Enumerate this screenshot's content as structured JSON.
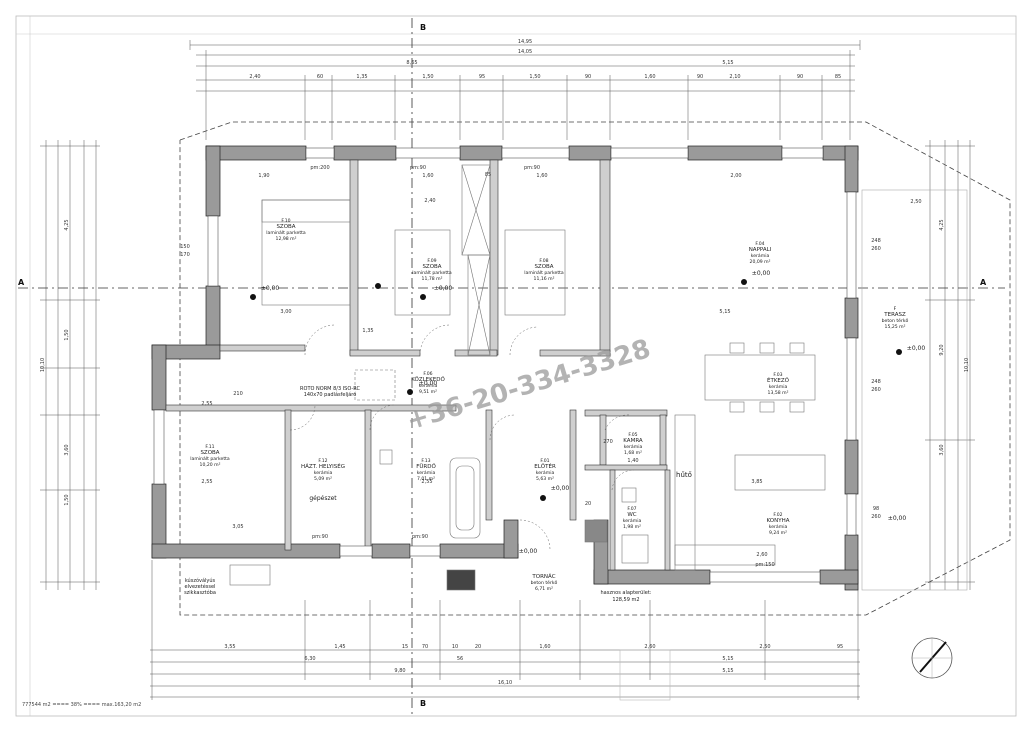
{
  "section_markers": {
    "b": "B",
    "a": "A"
  },
  "watermark": "+36-20-334-3328",
  "level_marks": {
    "l1": "±0,00",
    "l2": "±0,00",
    "l3": "±0,00",
    "l4": "±0,00",
    "l5": "±0,00",
    "l6": "±0,00",
    "l7": "±0,00",
    "l8": "±0,00"
  },
  "rooms": [
    {
      "id": "F.10",
      "name": "SZOBA",
      "floor": "laminált parketta",
      "area": "12,98 m²"
    },
    {
      "id": "F.09",
      "name": "SZOBA",
      "floor": "laminált parketta",
      "area": "11,78 m²"
    },
    {
      "id": "F.08",
      "name": "SZOBA",
      "floor": "laminált parketta",
      "area": "11,16 m²"
    },
    {
      "id": "F.04",
      "name": "NAPPALI",
      "floor": "kerámia",
      "area": "20,09 m²"
    },
    {
      "id": "F",
      "name": "TERASZ",
      "floor": "beton térkő",
      "area": "15,25 m²"
    },
    {
      "id": "F.11",
      "name": "SZOBA",
      "floor": "laminált parketta",
      "area": "10,20 m²"
    },
    {
      "id": "F.06",
      "name": "KÖZLEKEDŐ",
      "floor": "kerámia",
      "area": "9,51 m²"
    },
    {
      "id": "F.03",
      "name": "ÉTKEZŐ",
      "floor": "kerámia",
      "area": "13,58 m²"
    },
    {
      "id": "F.12",
      "name": "HÁZT. HELYISÉG",
      "floor": "kerámia",
      "area": "5,09 m²"
    },
    {
      "id": "F.13",
      "name": "FÜRDŐ",
      "floor": "kerámia",
      "area": "7,01 m²"
    },
    {
      "id": "F.01",
      "name": "ELŐTÉR",
      "floor": "kerámia",
      "area": "5,63 m²"
    },
    {
      "id": "F.05",
      "name": "KAMRA",
      "floor": "kerámia",
      "area": "1,68 m²"
    },
    {
      "id": "F.07",
      "name": "WC",
      "floor": "kerámia",
      "area": "1,98 m²"
    },
    {
      "id": "F.02",
      "name": "KONYHA",
      "floor": "kerámia",
      "area": "9,24 m²"
    },
    {
      "id": "",
      "name": "TORNÁC",
      "floor": "beton térkő",
      "area": "6,71 m²"
    }
  ],
  "notes": {
    "gepeszet": "gépészet",
    "hute": "hűtő",
    "roto": "ROTO NORM 8/3 ISO-RC",
    "roto2": "140x70 padlásfeljáró",
    "kuszo": "kúszóvályús",
    "kuszo2": "elvezetéssel",
    "kuszo3": "szikkasztóba",
    "hasznos": "hasznos alapterület:",
    "hasznos_val": "128,59 m2",
    "footer": "777544 m2 ==== 38% ==== max.163,20 m2"
  },
  "dims": {
    "top1": "14,95",
    "top2": "14,05",
    "top3a": "8,65",
    "top3b": "5,15",
    "top4": [
      "2,40",
      "60",
      "1,35",
      "1,50",
      "95",
      "1,50",
      "90",
      "1,60",
      "90",
      "2,10",
      "90",
      "85"
    ],
    "bot1": [
      "3,55",
      "1,45",
      "15",
      "70",
      "10",
      "20",
      "1,60",
      "2,60",
      "2,50",
      "95"
    ],
    "bot2a": "6,30",
    "bot2b": "56",
    "bot2c": "5,15",
    "bot3a": "9,80",
    "bot3b": "5,15",
    "bot4": "16,10",
    "left_total": "10,10",
    "right_total": "10,10",
    "left_inner": [
      "4,25",
      "1,50",
      "3,60",
      "1,50"
    ],
    "right_inner": [
      "4,25",
      "9,20",
      "3,60"
    ],
    "room_w": [
      "1,90",
      "3,00",
      "2,40",
      "1,60",
      "2,00",
      "1,60",
      "5,15",
      "2,50",
      "3,85",
      "2,60",
      "2,55",
      "2,55",
      "3,05",
      "2,55",
      "1,40",
      "1,35",
      "85",
      "20"
    ],
    "misc": [
      "pm:200",
      "pm:90",
      "pm:90",
      "pm:90",
      "pm:90",
      "pm:150",
      "150",
      "170",
      "248",
      "260",
      "248",
      "260",
      "98",
      "260",
      "270",
      "210"
    ]
  }
}
